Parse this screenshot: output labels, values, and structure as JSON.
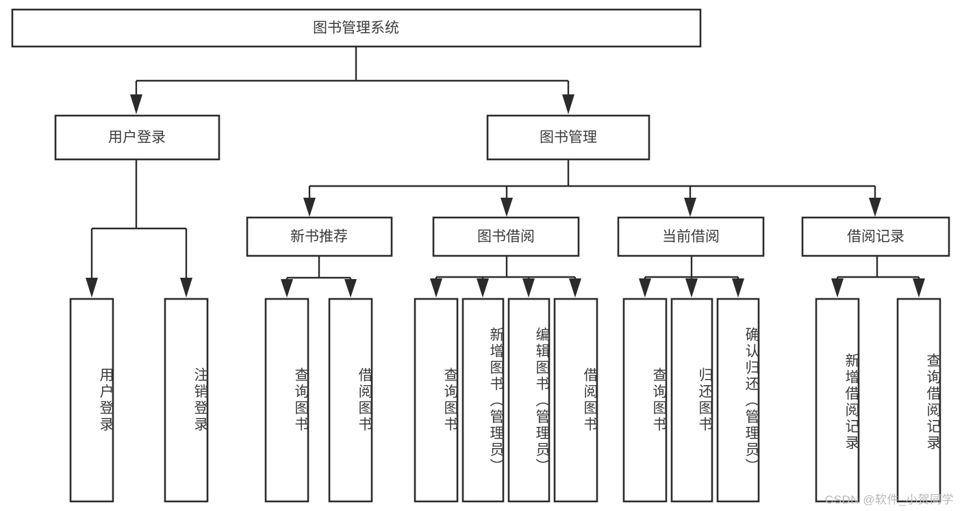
{
  "diagram": {
    "title": "图书管理系统",
    "type": "tree-hierarchy",
    "watermark": "CSDN @软件_小贺同学",
    "nodes": {
      "root": {
        "label": "图书管理系统",
        "level": 0,
        "orientation": "horizontal"
      },
      "login": {
        "label": "用户登录",
        "level": 1,
        "orientation": "horizontal"
      },
      "book_mgmt": {
        "label": "图书管理",
        "level": 1,
        "orientation": "horizontal"
      },
      "new_book_rec": {
        "label": "新书推荐",
        "level": 2,
        "orientation": "horizontal"
      },
      "book_borrow": {
        "label": "图书借阅",
        "level": 2,
        "orientation": "horizontal"
      },
      "current_borrow": {
        "label": "当前借阅",
        "level": 2,
        "orientation": "horizontal"
      },
      "borrow_record": {
        "label": "借阅记录",
        "level": 2,
        "orientation": "horizontal"
      },
      "leaf_user_login": {
        "label": "用户登录",
        "level": 3,
        "orientation": "vertical"
      },
      "leaf_logout": {
        "label": "注销登录",
        "level": 3,
        "orientation": "vertical"
      },
      "leaf_query_book_1": {
        "label": "查询图书",
        "level": 3,
        "orientation": "vertical"
      },
      "leaf_borrow_book_1": {
        "label": "借阅图书",
        "level": 3,
        "orientation": "vertical"
      },
      "leaf_query_book_2": {
        "label": "查询图书",
        "level": 3,
        "orientation": "vertical"
      },
      "leaf_add_book": {
        "label": "新增图书（管理员）",
        "level": 3,
        "orientation": "vertical"
      },
      "leaf_edit_book": {
        "label": "编辑图书（管理员）",
        "level": 3,
        "orientation": "vertical"
      },
      "leaf_borrow_book_2": {
        "label": "借阅图书",
        "level": 3,
        "orientation": "vertical"
      },
      "leaf_query_book_3": {
        "label": "查询图书",
        "level": 3,
        "orientation": "vertical"
      },
      "leaf_return_book": {
        "label": "归还图书",
        "level": 3,
        "orientation": "vertical"
      },
      "leaf_confirm_return": {
        "label": "确认归还（管理员）",
        "level": 3,
        "orientation": "vertical"
      },
      "leaf_add_record": {
        "label": "新增借阅记录",
        "level": 3,
        "orientation": "vertical"
      },
      "leaf_query_record": {
        "label": "查询借阅记录",
        "level": 3,
        "orientation": "vertical"
      }
    },
    "edges": [
      {
        "from": "root",
        "to": "login"
      },
      {
        "from": "root",
        "to": "book_mgmt"
      },
      {
        "from": "login",
        "to": "leaf_user_login"
      },
      {
        "from": "login",
        "to": "leaf_logout"
      },
      {
        "from": "book_mgmt",
        "to": "new_book_rec"
      },
      {
        "from": "book_mgmt",
        "to": "book_borrow"
      },
      {
        "from": "book_mgmt",
        "to": "current_borrow"
      },
      {
        "from": "book_mgmt",
        "to": "borrow_record"
      },
      {
        "from": "new_book_rec",
        "to": "leaf_query_book_1"
      },
      {
        "from": "new_book_rec",
        "to": "leaf_borrow_book_1"
      },
      {
        "from": "book_borrow",
        "to": "leaf_query_book_2"
      },
      {
        "from": "book_borrow",
        "to": "leaf_add_book"
      },
      {
        "from": "book_borrow",
        "to": "leaf_edit_book"
      },
      {
        "from": "book_borrow",
        "to": "leaf_borrow_book_2"
      },
      {
        "from": "current_borrow",
        "to": "leaf_query_book_3"
      },
      {
        "from": "current_borrow",
        "to": "leaf_return_book"
      },
      {
        "from": "current_borrow",
        "to": "leaf_confirm_return"
      },
      {
        "from": "borrow_record",
        "to": "leaf_add_record"
      },
      {
        "from": "borrow_record",
        "to": "leaf_query_record"
      }
    ],
    "colors": {
      "stroke": "#2b2b2b",
      "fill": "#ffffff",
      "text": "#3a3a3a",
      "watermark": "#b8b8b8"
    }
  }
}
